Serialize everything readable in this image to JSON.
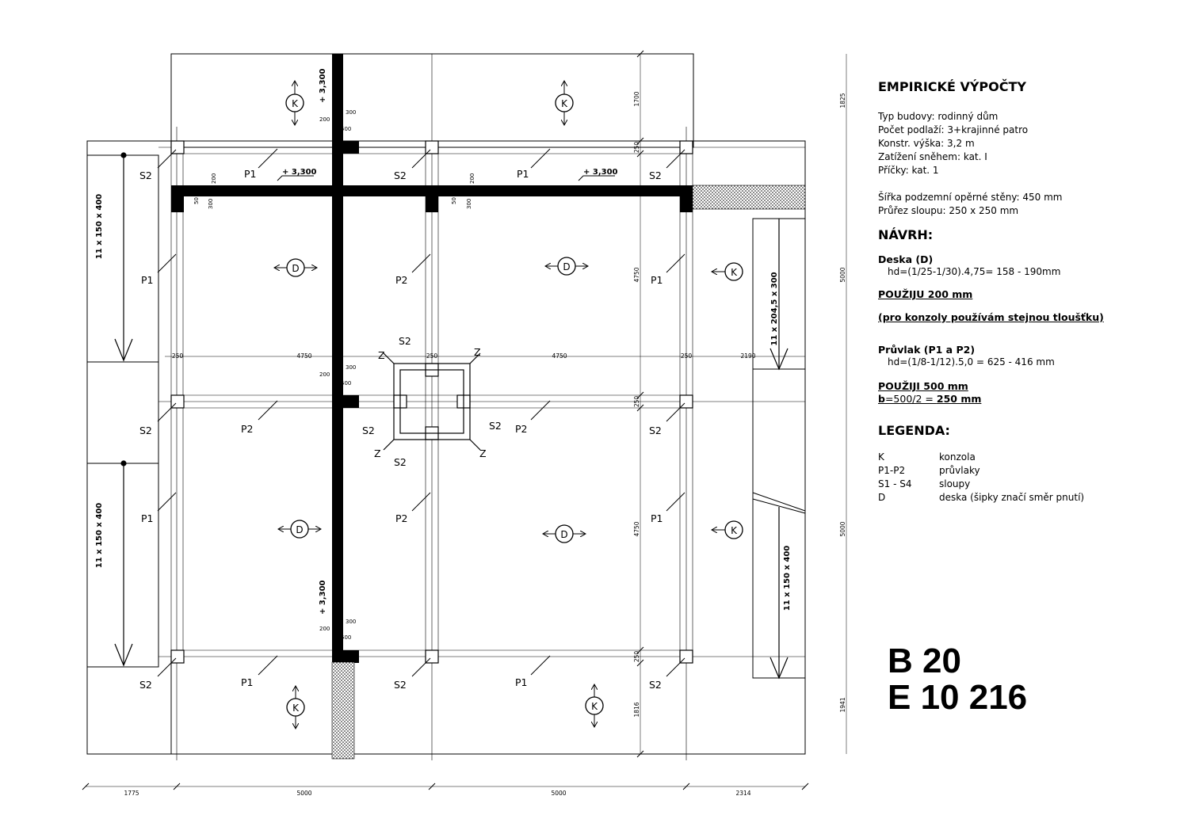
{
  "info": {
    "title": "EMPIRICKÉ VÝPOČTY",
    "params": [
      "Typ budovy: rodinný dům",
      "Počet podlaží:  3+krajinné patro",
      "Konstr. výška: 3,2 m",
      "Zatížení sněhem: kat. I",
      "Příčky: kat. 1"
    ],
    "params2": [
      "Šířka podzemní opěrné stěny: 450 mm",
      "Průřez sloupu: 250 x 250  mm"
    ],
    "design_title": "NÁVRH:",
    "slab_title": "Deska (D)",
    "slab_formula": "hd=(1/25-1/30).4,75= 158 - 190mm",
    "slab_use": "POUŽIJU  200 mm",
    "slab_note": "(pro konzoly používám stejnou tloušťku)",
    "beam_title": "Průvlak (P1 a P2)",
    "beam_formula": "hd=(1/8-1/12).5,0 = 625 - 416 mm",
    "beam_use": "POUŽIJI 500 mm",
    "beam_width_prefix": "b",
    "beam_width_mid": "=500/2 = ",
    "beam_width_value": "250 mm",
    "legend_title": "LEGENDA:",
    "legend": [
      {
        "key": "K",
        "value": "konzola"
      },
      {
        "key": "P1-P2",
        "value": "průvlaky"
      },
      {
        "key": "S1 - S4",
        "value": "sloupy"
      },
      {
        "key": "D",
        "value": "deska (šipky značí směr pnutí)"
      }
    ],
    "concrete": "B 20",
    "steel": "E 10 216"
  },
  "plan": {
    "dims_bottom": [
      "1775",
      "5000",
      "5000",
      "2314"
    ],
    "dims_right": [
      "1825",
      "5000",
      "5000",
      "1941"
    ],
    "dims_inner_v": [
      "1700",
      "250",
      "4750",
      "250",
      "4750",
      "250",
      "1816"
    ],
    "dims_mid_h": [
      "250",
      "4750",
      "250",
      "4750",
      "250",
      "2190"
    ],
    "level": "+ 3,300",
    "small_dims": [
      "300",
      "200",
      "500",
      "50",
      "300",
      "200"
    ],
    "stairs": [
      "11 x 150 x 400",
      "11 x 150 x 400",
      "11 x 204,5 x 300",
      "11 x 150 x 400"
    ],
    "labels": {
      "K": "K",
      "D": "D",
      "P1": "P1",
      "P2": "P2",
      "S2": "S2",
      "Z": "Z"
    }
  }
}
